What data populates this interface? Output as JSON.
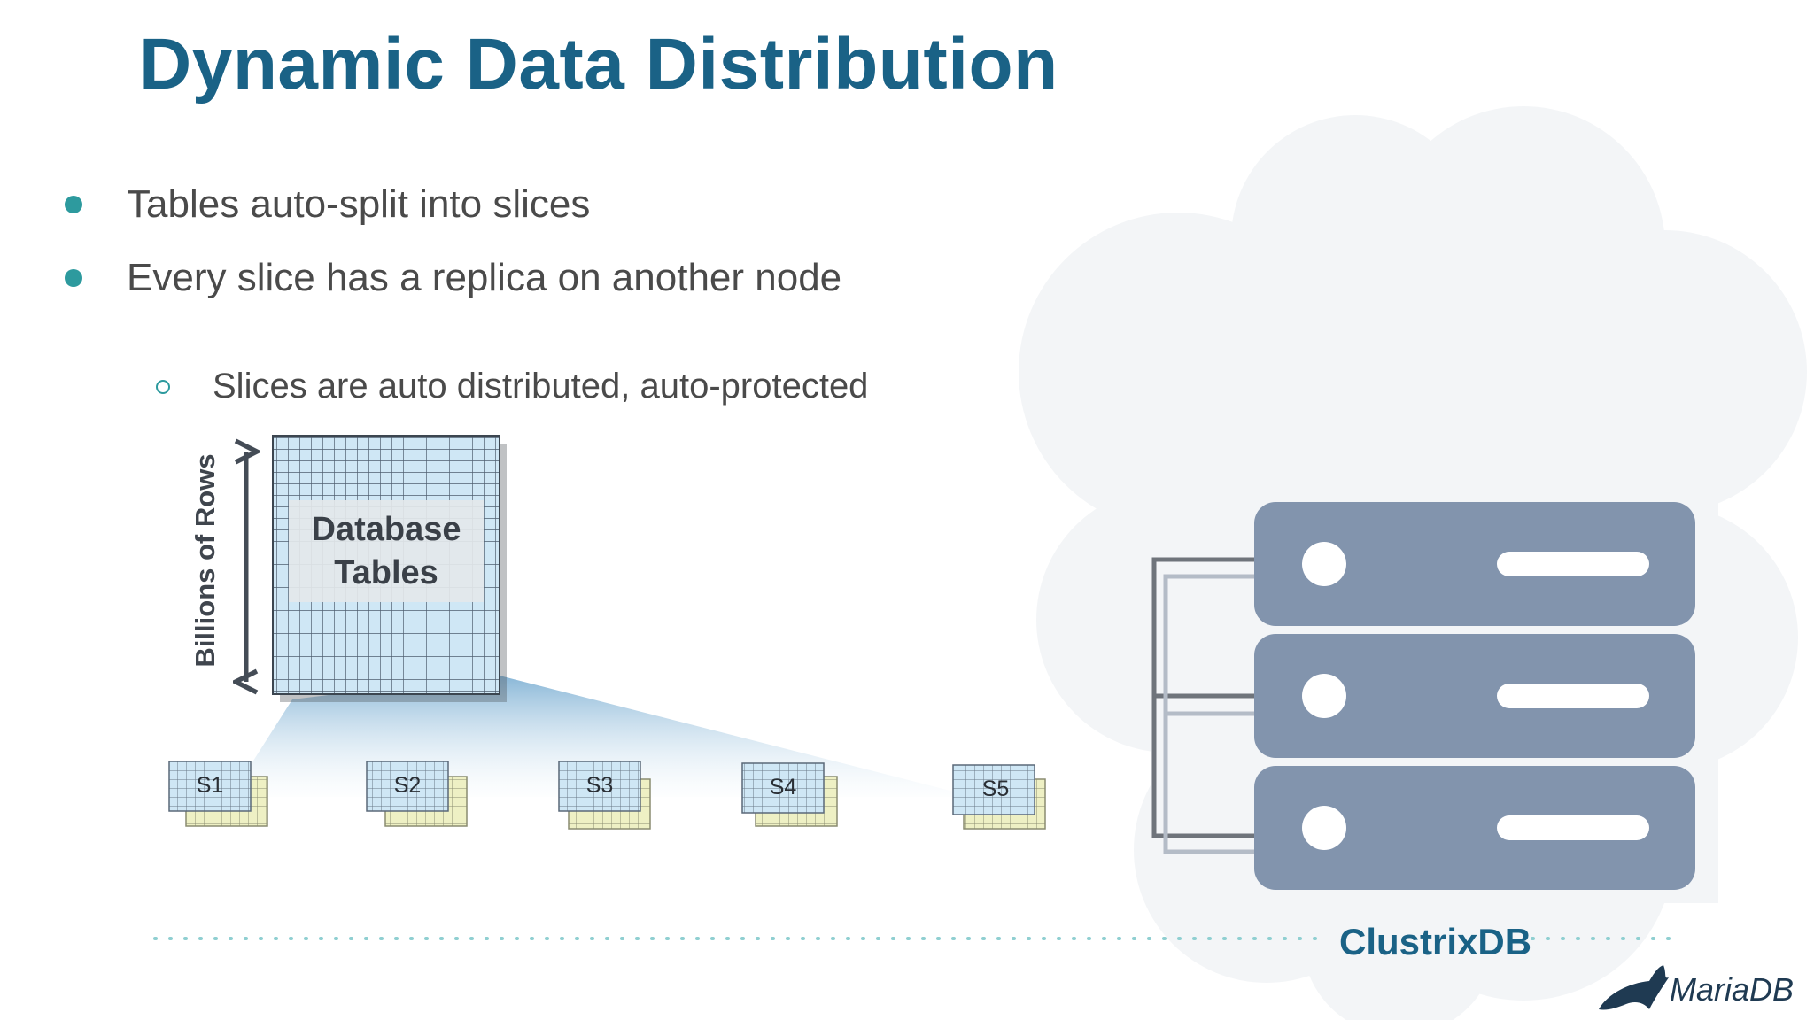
{
  "title": "Dynamic Data Distribution",
  "bullets": [
    "Tables auto-split into slices",
    "Every slice has a replica on another node"
  ],
  "sub_bullets": [
    "Slices are auto distributed, auto-protected"
  ],
  "diagram": {
    "axis_label": "Billions of Rows",
    "table_label_line1": "Database",
    "table_label_line2": "Tables",
    "slices": [
      "S1",
      "S2",
      "S3",
      "S4",
      "S5"
    ],
    "cluster_label": "ClustrixDB",
    "server_count": 3
  },
  "logo": {
    "text": "MariaDB"
  },
  "colors": {
    "title": "#1a6286",
    "bullet": "#2d9a9e",
    "server": "#8294ad",
    "grid_fill": "#cfe7f5",
    "replica_fill": "#eef0c4",
    "cloud": "#f3f5f7"
  }
}
